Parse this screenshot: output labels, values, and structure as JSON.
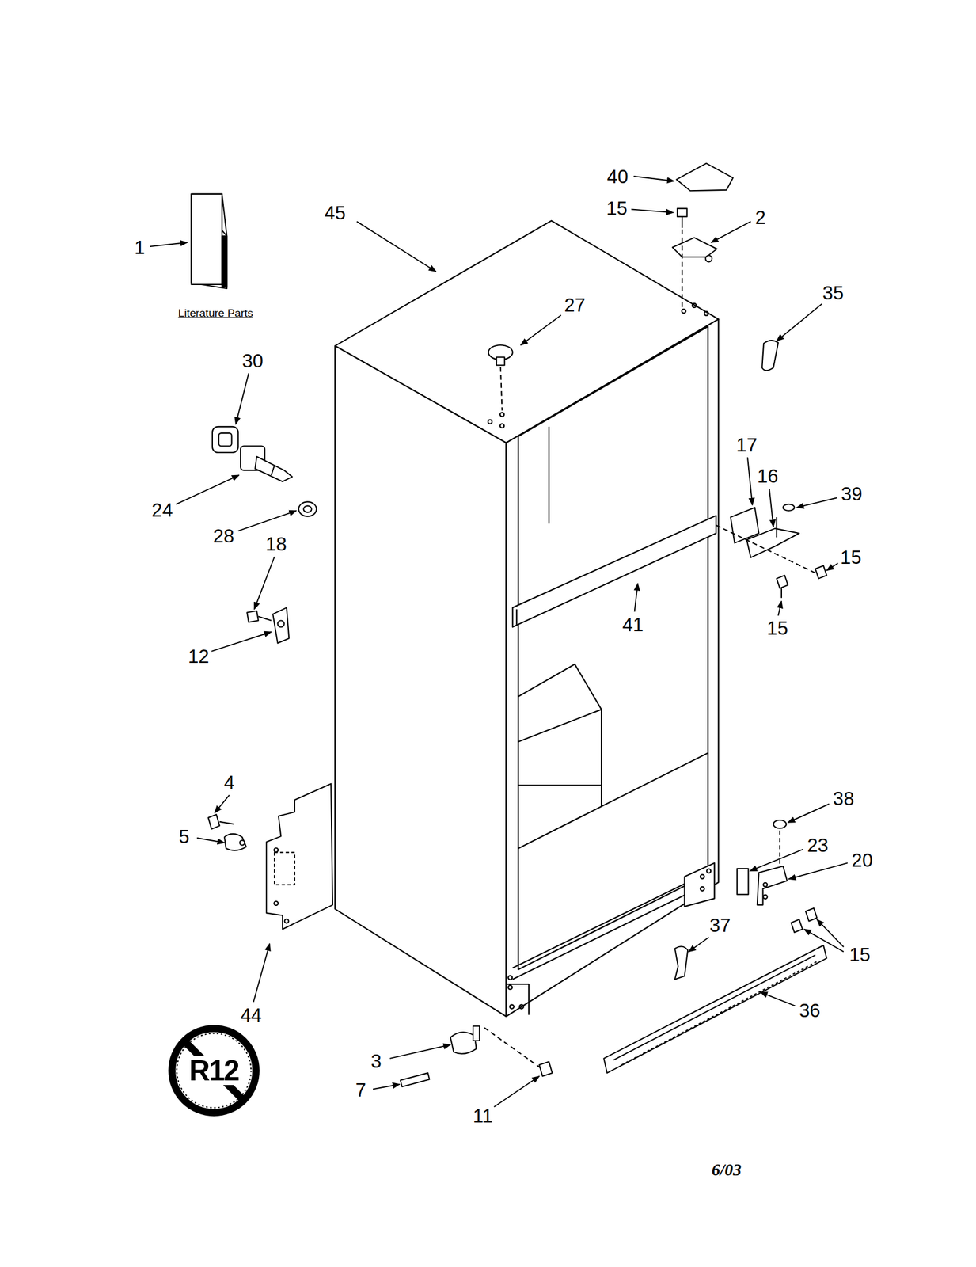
{
  "diagram": {
    "labels": [
      "40",
      "45",
      "15",
      "2",
      "1",
      "Literature Parts",
      "27",
      "35",
      "30",
      "24",
      "28",
      "17",
      "16",
      "39",
      "18",
      "15",
      "12",
      "41",
      "15",
      "4",
      "5",
      "38",
      "23",
      "20",
      "44",
      "37",
      "15",
      "36",
      "3",
      "7",
      "11",
      "R12",
      "6/03"
    ]
  }
}
